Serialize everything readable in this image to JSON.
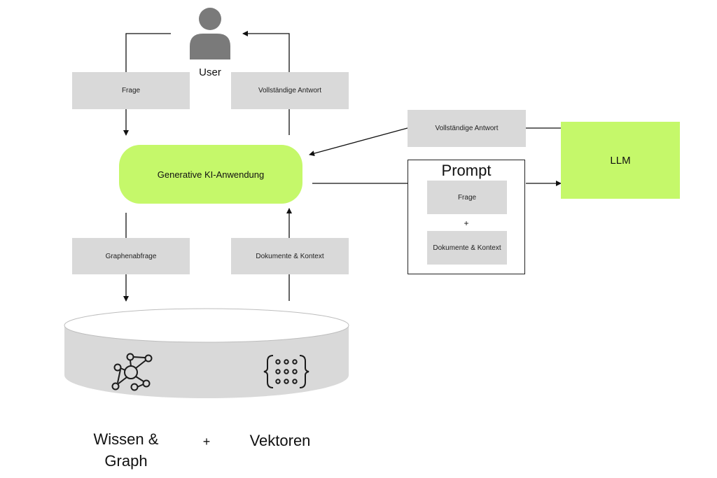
{
  "user": {
    "label": "User"
  },
  "labels": {
    "frage": "Frage",
    "vollstaendige_antwort_left": "Vollständige Antwort",
    "vollstaendige_antwort_right": "Vollständige Antwort",
    "graphenabfrage": "Graphenabfrage",
    "dokumente_kontext": "Dokumente & Kontext"
  },
  "app": {
    "label": "Generative KI-Anwendung"
  },
  "prompt": {
    "title": "Prompt",
    "frage": "Frage",
    "plus": "+",
    "dokumente_kontext": "Dokumente & Kontext"
  },
  "llm": {
    "label": "LLM"
  },
  "store": {
    "left_label_line1": "Wissen &",
    "left_label_line2": "Graph",
    "plus": "+",
    "right_label": "Vektoren"
  },
  "colors": {
    "accent_green": "#c5f86a",
    "box_gray": "#d9d9d9",
    "cylinder_gray": "#d9d9d9"
  },
  "icons": [
    "user-icon",
    "graph-network-icon",
    "vector-grid-icon"
  ]
}
